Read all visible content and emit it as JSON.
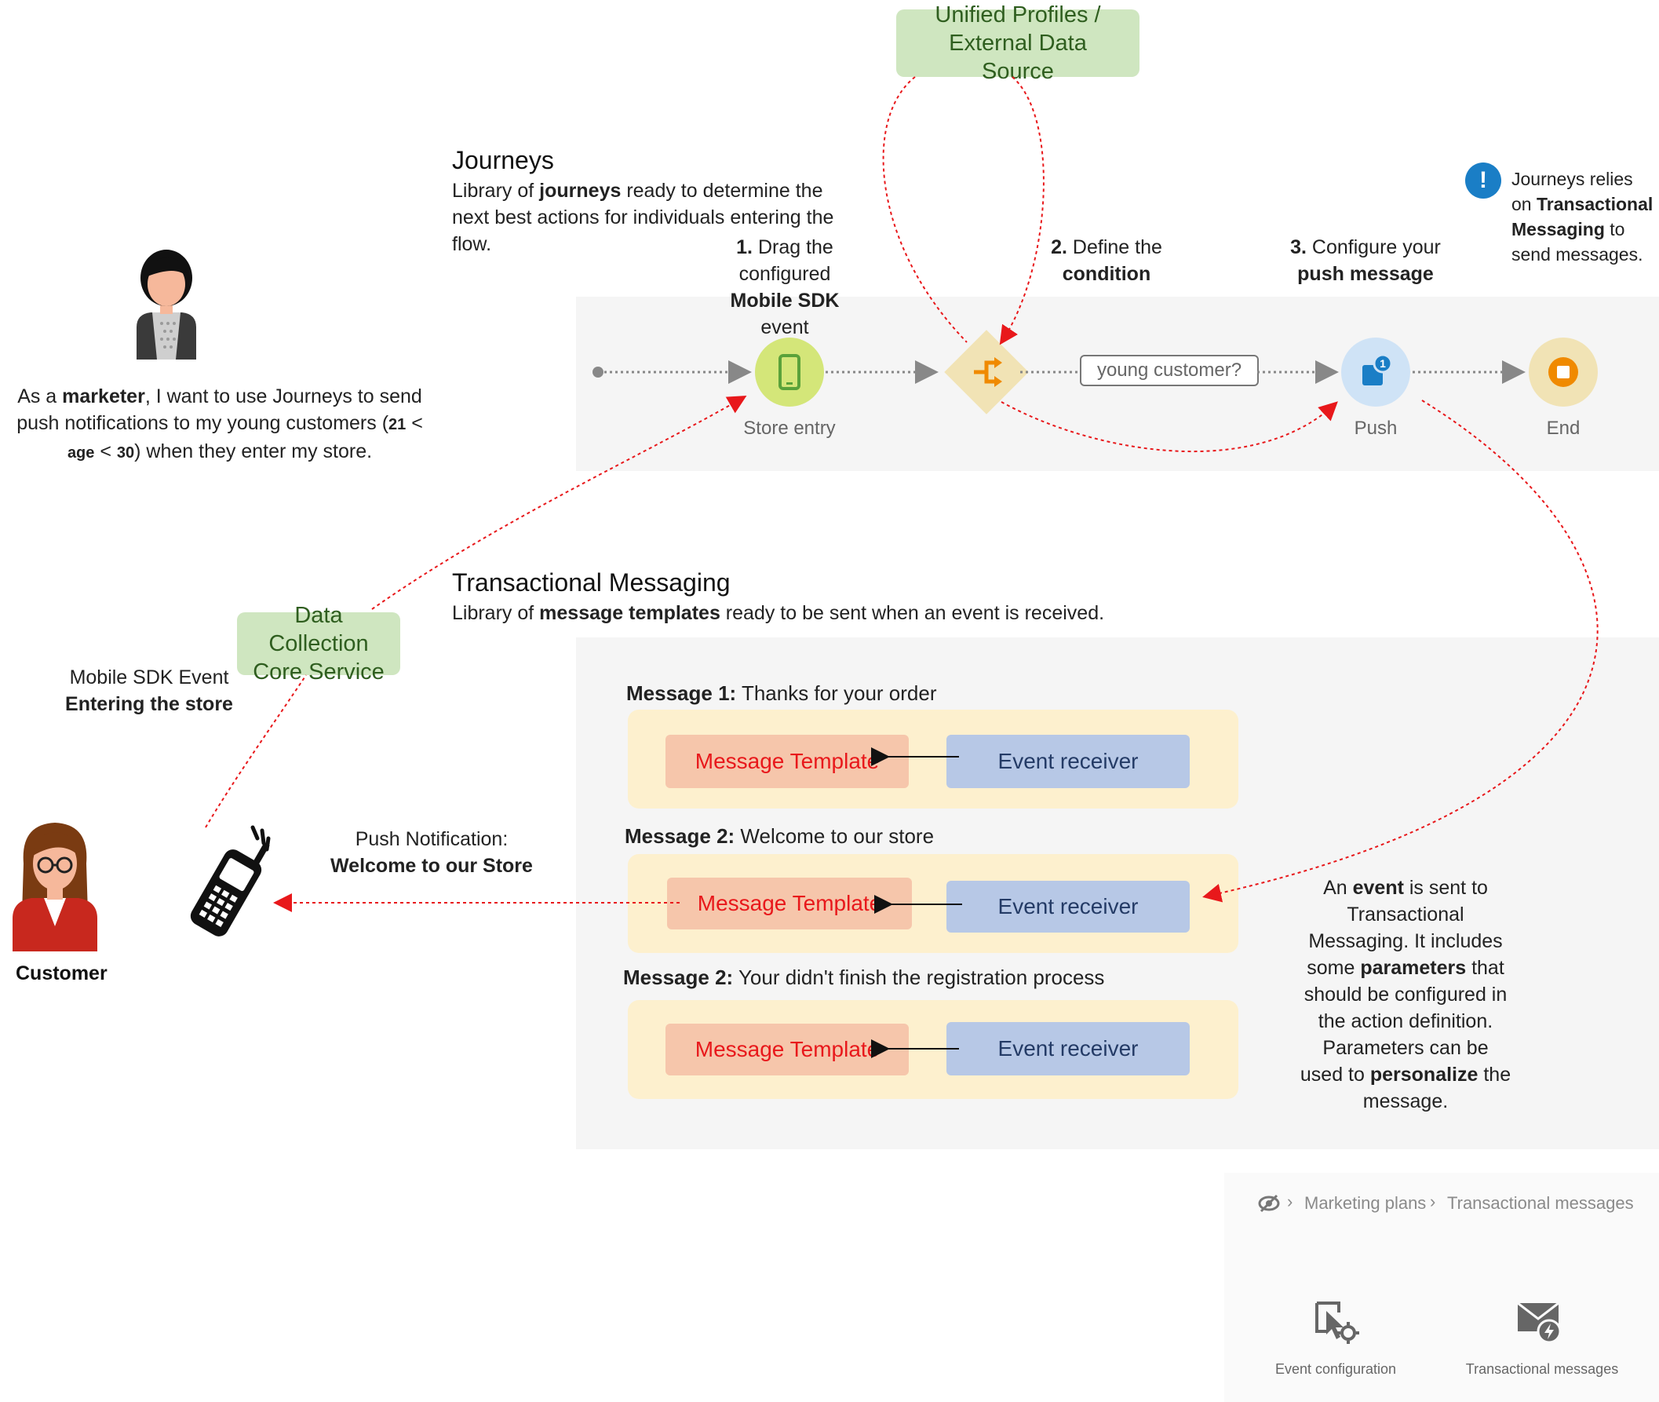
{
  "sources": {
    "unified": "Unified Profiles / External Data Source",
    "data_collection": "Data Collection Core Service"
  },
  "journeys": {
    "title": "Journeys",
    "desc_pre": "Library of ",
    "desc_bold": "journeys",
    "desc_post": " ready to determine the next best actions for individuals entering the flow."
  },
  "steps": {
    "step1": {
      "num": "1.",
      "pre": " Drag the configured ",
      "bold": "Mobile SDK",
      "post": " event"
    },
    "step2": {
      "num": "2.",
      "pre": " Define the ",
      "bold": "condition"
    },
    "step3": {
      "num": "3.",
      "pre": " Configure your ",
      "bold": "push message"
    }
  },
  "info_note": {
    "icon": "!",
    "pre": "Journeys relies on ",
    "bold": "Transactional Messaging",
    "post": " to send messages."
  },
  "marketer": {
    "pre": "As a ",
    "bold": "marketer",
    "mid": ", I want to use Journeys to send push notifications to my young customers (",
    "n1": "21",
    "lt1": " < ",
    "age": "age",
    "lt2": " < ",
    "n2": "30",
    "post": ") when they enter my store."
  },
  "flow": {
    "nodes": [
      {
        "label": "Store entry",
        "icon": "mobile-phone-icon",
        "color": "#d4e679"
      },
      {
        "label": "",
        "icon": "split-condition-icon",
        "color": "#f1e3b5"
      },
      {
        "label": "Push",
        "icon": "push-notification-icon",
        "color": "#cfe3f6"
      },
      {
        "label": "End",
        "icon": "stop-icon",
        "color": "#f1e3b5"
      }
    ],
    "condition": "young customer?"
  },
  "transactional": {
    "title": "Transactional Messaging",
    "desc_pre": "Library of ",
    "desc_bold": "message templates",
    "desc_post": " ready to be sent when an event is received."
  },
  "messages": [
    {
      "bold": "Message 1:",
      "text": " Thanks for your order",
      "template": "Message Template",
      "receiver": "Event receiver"
    },
    {
      "bold": "Message 2:",
      "text": " Welcome to our store",
      "template": "Message Template",
      "receiver": "Event receiver"
    },
    {
      "bold": "Message 2:",
      "text": " Your didn't finish the registration process",
      "template": "Message Template",
      "receiver": "Event receiver"
    }
  ],
  "mobile_event": {
    "line1": "Mobile SDK Event",
    "line2": "Entering the store"
  },
  "push_notification": {
    "line1": "Push Notification:",
    "line2": "Welcome to our Store"
  },
  "customer": {
    "label": "Customer"
  },
  "event_note": {
    "p1": "An ",
    "b1": "event",
    "p2": " is sent to Transactional Messaging. It includes some ",
    "b2": "parameters",
    "p3": " that should be configured in the action definition. Parameters can be used to ",
    "b3": "personalize",
    "p4": " the message."
  },
  "ui": {
    "breadcrumb": [
      "Marketing plans",
      "Transactional messages"
    ],
    "cards": [
      {
        "label": "Event configuration",
        "icon": "event-configuration-icon"
      },
      {
        "label": "Transactional messages",
        "icon": "transactional-messages-icon"
      }
    ]
  },
  "colors": {
    "arrow_red": "#e8181b",
    "green": "#cfe6c0",
    "message_panel": "#fdf0ce",
    "template": "#f6c6ab",
    "receiver": "#b7c8e6",
    "info_blue": "#1a7ec6"
  }
}
